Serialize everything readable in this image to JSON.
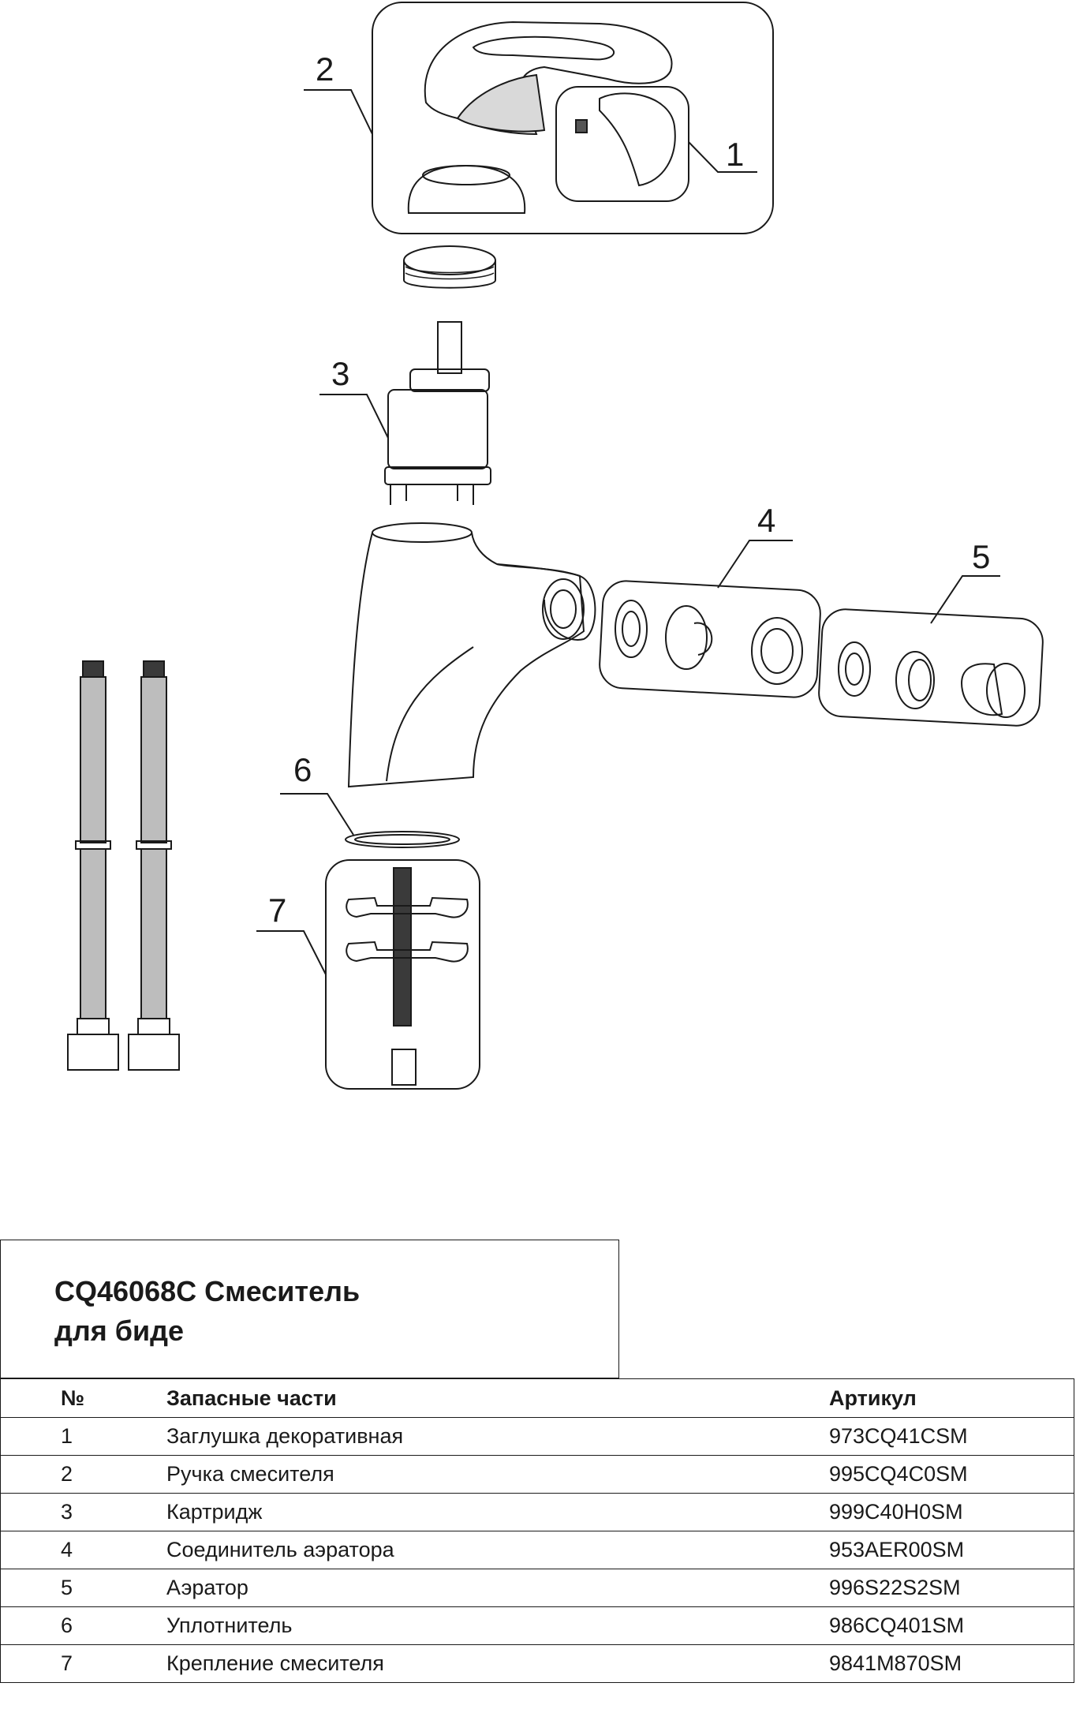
{
  "callouts": [
    "1",
    "2",
    "3",
    "4",
    "5",
    "6",
    "7"
  ],
  "title": {
    "line1": "CQ46068C Смеситель",
    "line2": "для биде"
  },
  "table": {
    "headers": [
      "№",
      "Запасные части",
      "Артикул"
    ],
    "rows": [
      [
        "1",
        "Заглушка декоративная",
        "973CQ41CSM"
      ],
      [
        "2",
        "Ручка смесителя",
        "995CQ4C0SM"
      ],
      [
        "3",
        "Картридж",
        "999C40H0SM"
      ],
      [
        "4",
        "Соединитель аэратора",
        "953AER00SM"
      ],
      [
        "5",
        "Аэратор",
        "996S22S2SM"
      ],
      [
        "6",
        "Уплотнитель",
        "986CQ401SM"
      ],
      [
        "7",
        "Крепление смесителя",
        "9841M870SM"
      ]
    ]
  },
  "colors": {
    "line": "#1a1a1a",
    "background": "#ffffff",
    "shade": "#bdbdbd"
  }
}
